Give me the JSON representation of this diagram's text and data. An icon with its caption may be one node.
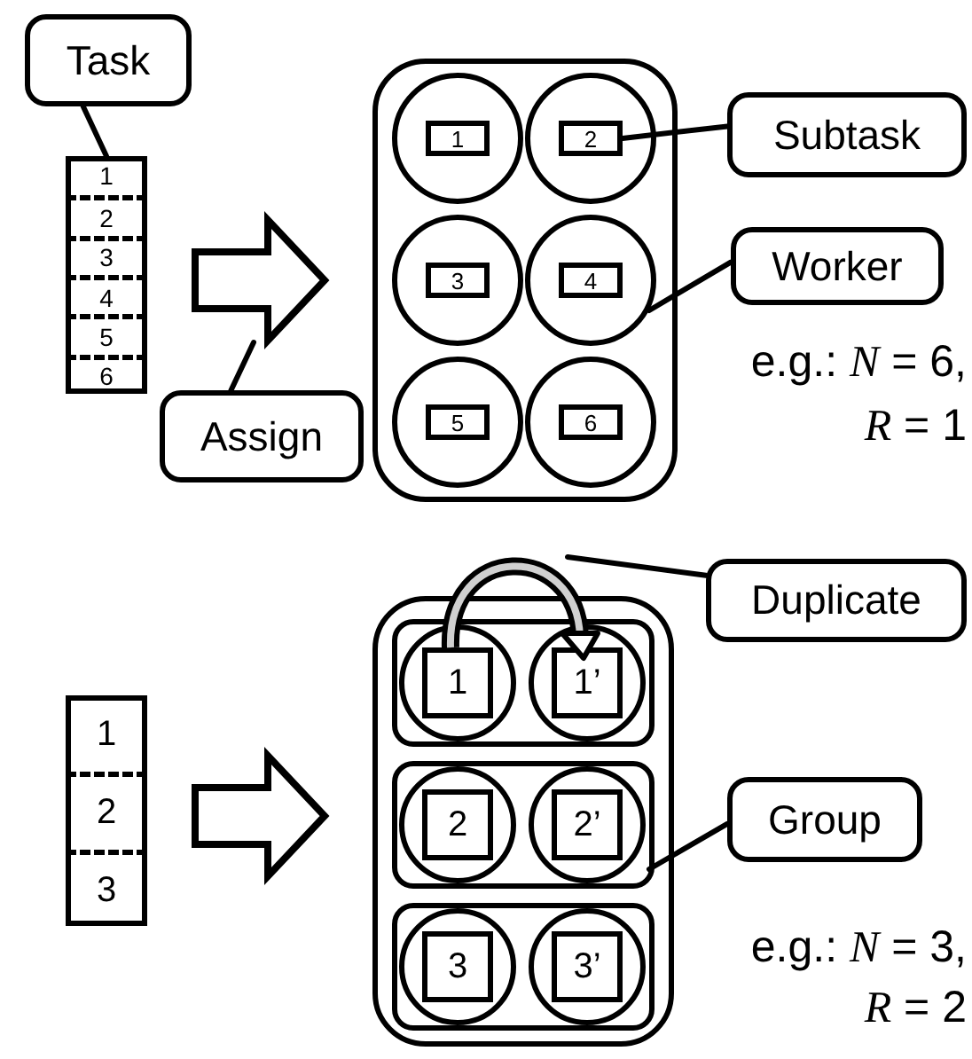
{
  "diagram": {
    "nodes": [
      {
        "text": [
          "Task"
        ]
      },
      {
        "text": [],
        "shape": "box"
      },
      {
        "text": [
          "1"
        ],
        "in": 1
      },
      {
        "text": [
          "2"
        ],
        "in": 1
      },
      {
        "text": [
          "3"
        ],
        "in": 1
      },
      {
        "text": [
          "4"
        ],
        "in": 1
      },
      {
        "text": [
          "5"
        ],
        "in": 1
      },
      {
        "text": [
          "6"
        ],
        "in": 1
      },
      {
        "text": [
          "Assign"
        ]
      },
      {
        "text": [],
        "shape": "box"
      },
      {
        "text": [],
        "shape": "circle",
        "in": 9
      },
      {
        "text": [],
        "shape": "circle",
        "in": 9
      },
      {
        "text": [],
        "shape": "circle",
        "in": 9
      },
      {
        "text": [],
        "shape": "circle",
        "in": 9
      },
      {
        "text": [],
        "shape": "circle",
        "in": 9
      },
      {
        "text": [],
        "shape": "circle",
        "in": 9
      },
      {
        "text": [
          "1"
        ],
        "in": 10
      },
      {
        "text": [
          "2"
        ],
        "in": 11
      },
      {
        "text": [
          "3"
        ],
        "in": 12
      },
      {
        "text": [
          "4"
        ],
        "in": 13
      },
      {
        "text": [
          "5"
        ],
        "in": 14
      },
      {
        "text": [
          "6"
        ],
        "in": 15
      },
      {
        "text": [
          "Subtask"
        ]
      },
      {
        "text": [
          "Worker"
        ]
      },
      {
        "text": [],
        "shape": "box"
      },
      {
        "text": [
          "1"
        ],
        "in": 24
      },
      {
        "text": [
          "2"
        ],
        "in": 24
      },
      {
        "text": [
          "3"
        ],
        "in": 24
      },
      {
        "text": [],
        "shape": "box"
      },
      {
        "text": [],
        "shape": "box",
        "in": 28
      },
      {
        "text": [],
        "shape": "box",
        "in": 28
      },
      {
        "text": [],
        "shape": "box",
        "in": 28
      },
      {
        "text": [],
        "shape": "circle",
        "in": 29
      },
      {
        "text": [],
        "shape": "circle",
        "in": 29
      },
      {
        "text": [],
        "shape": "circle",
        "in": 30
      },
      {
        "text": [],
        "shape": "circle",
        "in": 30
      },
      {
        "text": [],
        "shape": "circle",
        "in": 31
      },
      {
        "text": [],
        "shape": "circle",
        "in": 31
      },
      {
        "text": [
          "1"
        ],
        "in": 32
      },
      {
        "text": [
          "1’"
        ],
        "in": 33
      },
      {
        "text": [
          "2"
        ],
        "in": 34
      },
      {
        "text": [
          "2’"
        ],
        "in": 35
      },
      {
        "text": [
          "3"
        ],
        "in": 36
      },
      {
        "text": [
          "3’"
        ],
        "in": 37
      },
      {
        "text": [
          "Duplicate"
        ]
      },
      {
        "text": [
          "Group"
        ]
      }
    ],
    "edges": [
      {
        "from": 0,
        "to": 1,
        "arrow": "none"
      },
      {
        "from": 1,
        "to": 9,
        "arrow": "to",
        "style": "thick"
      },
      {
        "from": 8,
        "to": null,
        "arrow": "none"
      },
      {
        "from": 22,
        "to": 17,
        "arrow": "none"
      },
      {
        "from": 23,
        "to": 13,
        "arrow": "none"
      },
      {
        "from": 24,
        "to": 28,
        "arrow": "to",
        "style": "thick"
      },
      {
        "from": 38,
        "to": 39,
        "arrow": "to",
        "style": "thick"
      },
      {
        "from": 44,
        "to": null,
        "arrow": "none"
      },
      {
        "from": 45,
        "to": 30,
        "arrow": "none"
      }
    ],
    "labels": [
      "e.g.: *N* = 6,",
      "*R* = 1",
      "e.g.: *N* = 3,",
      "*R* = 2"
    ]
  }
}
